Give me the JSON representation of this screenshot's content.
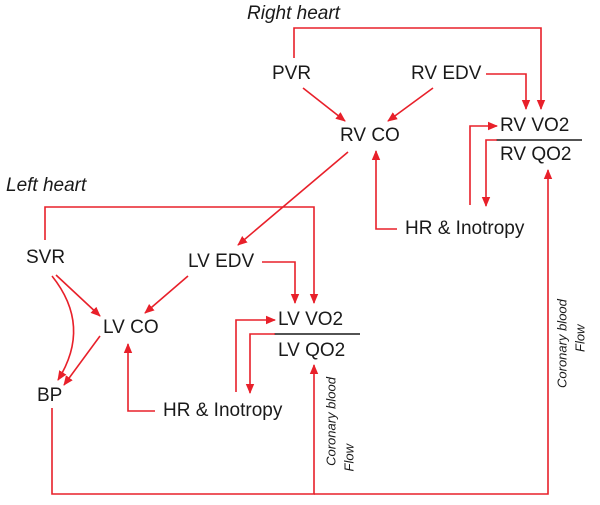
{
  "colors": {
    "edge": "#e8202a",
    "text": "#1a1a1a",
    "background": "#ffffff"
  },
  "sections": {
    "right_heart": "Right heart",
    "left_heart": "Left heart"
  },
  "nodes": {
    "pvr": "PVR",
    "rv_edv": "RV EDV",
    "rv_co": "RV CO",
    "rv_vo2": "RV VO2",
    "rv_qo2": "RV QO2",
    "hr_inotropy_right": "HR & Inotropy",
    "svr": "SVR",
    "lv_edv": "LV EDV",
    "lv_co": "LV CO",
    "bp": "BP",
    "lv_vo2": "LV VO2",
    "lv_qo2": "LV QO2",
    "hr_inotropy_left": "HR & Inotropy"
  },
  "flow_labels": {
    "left_coronary": [
      "Coronary blood",
      "Flow"
    ],
    "right_coronary": [
      "Coronary blood",
      "Flow"
    ]
  },
  "edges": [
    {
      "name": "edge-pvr-to-rv-vo2",
      "from": "PVR",
      "to": "RV VO2"
    },
    {
      "name": "edge-rv-edv-to-rv-vo2",
      "from": "RV EDV",
      "to": "RV VO2"
    },
    {
      "name": "edge-pvr-to-rv-co",
      "from": "PVR",
      "to": "RV CO"
    },
    {
      "name": "edge-rv-edv-to-rv-co",
      "from": "RV EDV",
      "to": "RV CO"
    },
    {
      "name": "edge-hr-inotropy-to-rv-co",
      "from": "HR & Inotropy",
      "to": "RV CO"
    },
    {
      "name": "edge-loop-to-rv-vo2",
      "from": "RV QO2",
      "to": "RV VO2"
    },
    {
      "name": "edge-loop-to-rv-qo2",
      "from": "RV VO2",
      "to": "RV QO2"
    },
    {
      "name": "edge-rv-co-to-lv-edv",
      "from": "RV CO",
      "to": "LV EDV"
    },
    {
      "name": "edge-svr-to-lv-vo2",
      "from": "SVR",
      "to": "LV VO2"
    },
    {
      "name": "edge-lv-edv-to-lv-vo2",
      "from": "LV EDV",
      "to": "LV VO2"
    },
    {
      "name": "edge-lv-edv-to-lv-co",
      "from": "LV EDV",
      "to": "LV CO"
    },
    {
      "name": "edge-svr-to-lv-co",
      "from": "SVR",
      "to": "LV CO"
    },
    {
      "name": "edge-svr-to-bp",
      "from": "SVR",
      "to": "BP"
    },
    {
      "name": "edge-lv-co-to-bp",
      "from": "LV CO",
      "to": "BP"
    },
    {
      "name": "edge-hr-inotropy-to-lv-co",
      "from": "HR & Inotropy",
      "to": "LV CO"
    },
    {
      "name": "edge-loop-to-lv-vo2",
      "from": "LV QO2",
      "to": "LV VO2"
    },
    {
      "name": "edge-loop-to-lv-qo2",
      "from": "LV VO2",
      "to": "LV QO2"
    },
    {
      "name": "edge-bp-to-lv-qo2",
      "from": "BP",
      "to": "LV QO2"
    },
    {
      "name": "edge-bp-to-rv-qo2",
      "from": "BP",
      "to": "RV QO2"
    }
  ]
}
